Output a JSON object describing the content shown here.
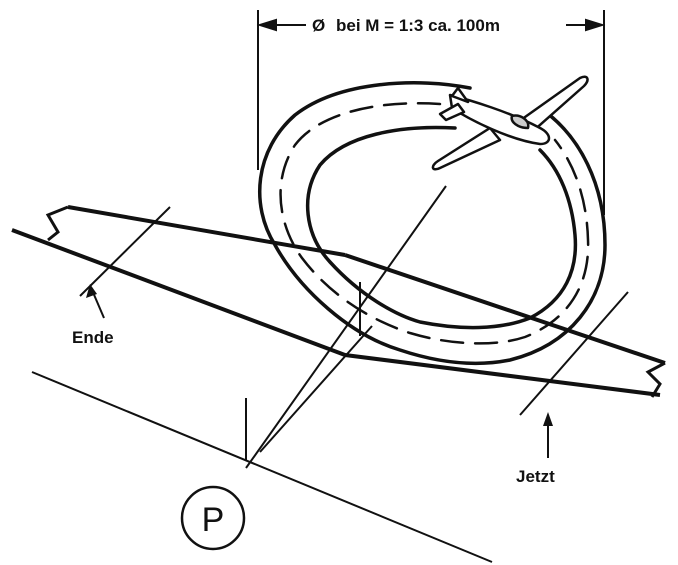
{
  "dimension": {
    "diameter_symbol": "Ø",
    "label": "bei M = 1:3 ca. 100m"
  },
  "labels": {
    "end": "Ende",
    "now": "Jetzt",
    "parking": "P"
  },
  "colors": {
    "ink": "#111111",
    "background": "#ffffff"
  }
}
